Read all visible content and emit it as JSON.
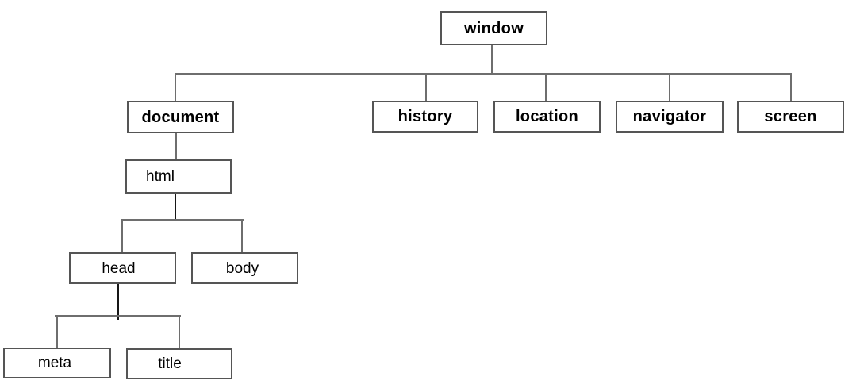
{
  "diagram_type": "tree",
  "colors": {
    "background": "#ffffff",
    "box_border": "#555555",
    "connector": "#6e6e6e",
    "connector_dark": "#161616",
    "text": "#000000"
  },
  "nodes": {
    "window": {
      "label": "window",
      "bold": true
    },
    "document": {
      "label": "document",
      "bold": true
    },
    "history": {
      "label": "history",
      "bold": true
    },
    "location": {
      "label": "location",
      "bold": true
    },
    "navigator": {
      "label": "navigator",
      "bold": true
    },
    "screen": {
      "label": "screen",
      "bold": true
    },
    "html": {
      "label": "html",
      "bold": false
    },
    "head": {
      "label": "head",
      "bold": false
    },
    "body": {
      "label": "body",
      "bold": false
    },
    "meta": {
      "label": "meta",
      "bold": false
    },
    "title": {
      "label": "title",
      "bold": false
    }
  },
  "hierarchy": {
    "window": [
      "document",
      "history",
      "location",
      "navigator",
      "screen"
    ],
    "document": [
      "html"
    ],
    "html": [
      "head",
      "body"
    ],
    "head": [
      "meta",
      "title"
    ]
  }
}
